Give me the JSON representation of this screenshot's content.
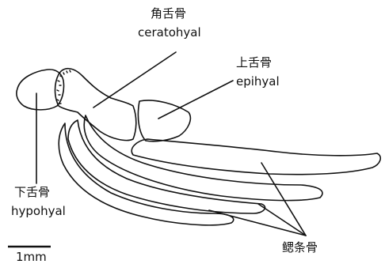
{
  "labels": {
    "ceratohyal": {
      "zh": "角舌骨",
      "en": "ceratohyal"
    },
    "epihyal": {
      "zh": "上舌骨",
      "en": "epihyal"
    },
    "hypohyal": {
      "zh": "下舌骨",
      "en": "hypohyal"
    },
    "branchiostegal": {
      "zh": "鳃条骨"
    }
  },
  "scale_bar": {
    "label": "1mm"
  },
  "colors": {
    "line": "#111111",
    "background": "#ffffff"
  }
}
